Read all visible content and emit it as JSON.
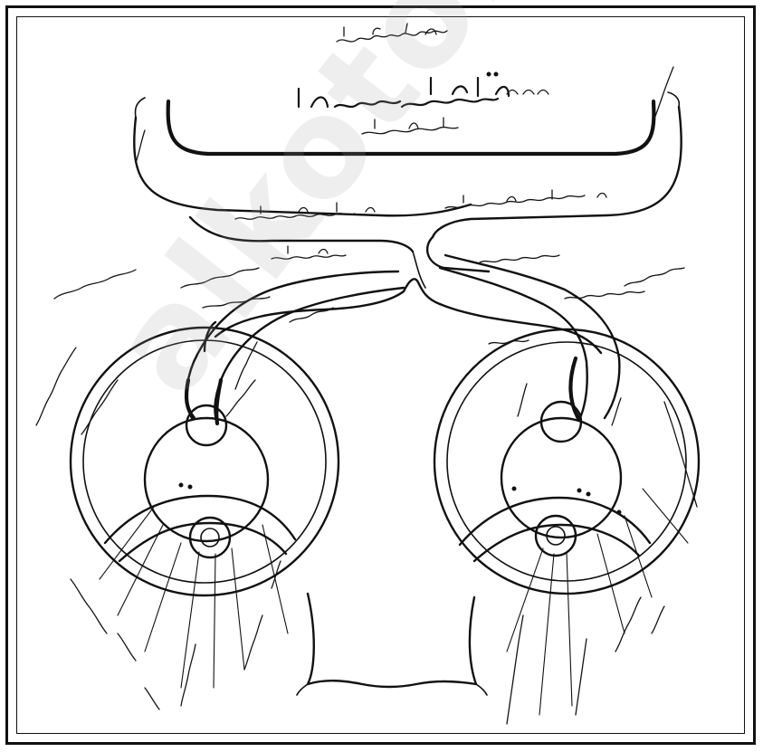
{
  "figure": {
    "ink_color": "#111111",
    "paper_color": "#ffffff",
    "heading_script": "arabic-handwriting",
    "label_script": "arabic-handwriting"
  },
  "watermark": {
    "text": "alkotob.com",
    "color": "#a0a0a0"
  }
}
